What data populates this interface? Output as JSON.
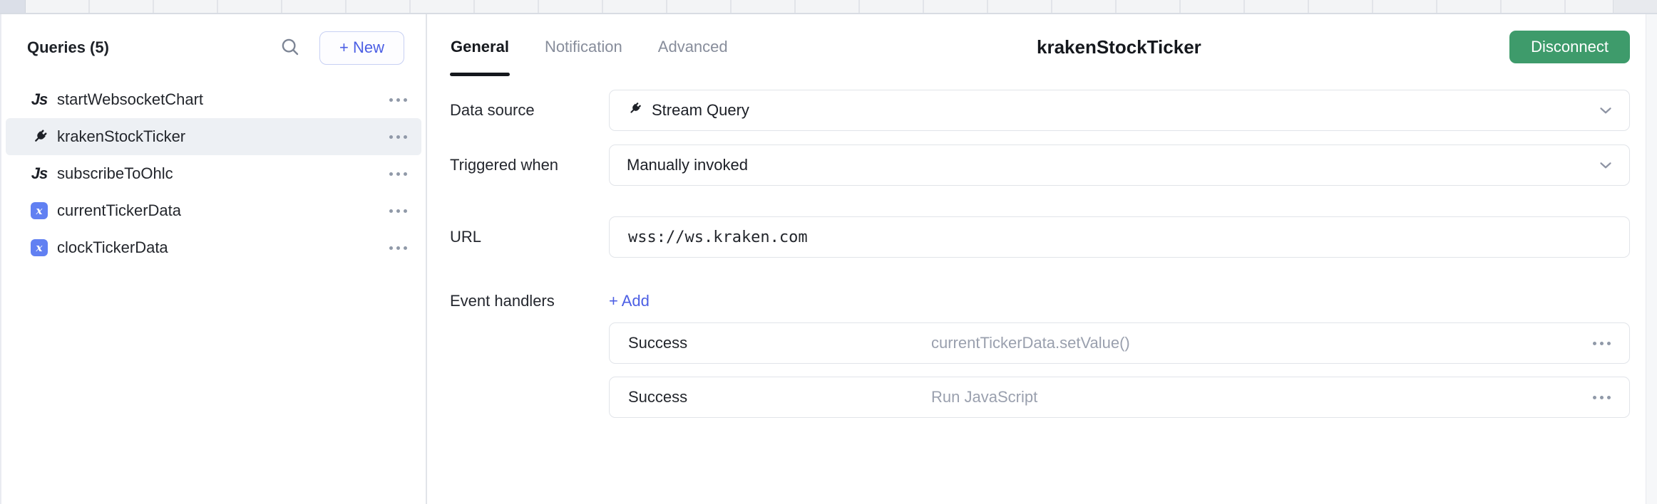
{
  "sidebar": {
    "title": "Queries (5)",
    "search_icon": "search-icon",
    "new_button_label": "+ New",
    "items": [
      {
        "icon": "js-icon",
        "label": "startWebsocketChart",
        "selected": false
      },
      {
        "icon": "stream-icon",
        "label": "krakenStockTicker",
        "selected": true
      },
      {
        "icon": "js-icon",
        "label": "subscribeToOhlc",
        "selected": false
      },
      {
        "icon": "variable-icon",
        "label": "currentTickerData",
        "selected": false
      },
      {
        "icon": "variable-icon",
        "label": "clockTickerData",
        "selected": false
      }
    ],
    "variable_icon_glyph": "x",
    "js_icon_glyph": "Js"
  },
  "editor": {
    "tabs": [
      {
        "label": "General",
        "active": true
      },
      {
        "label": "Notification",
        "active": false
      },
      {
        "label": "Advanced",
        "active": false
      }
    ],
    "title": "krakenStockTicker",
    "disconnect_button": "Disconnect",
    "fields": {
      "data_source": {
        "label": "Data source",
        "value": "Stream Query",
        "icon": "stream-icon"
      },
      "triggered_when": {
        "label": "Triggered when",
        "value": "Manually invoked"
      },
      "url": {
        "label": "URL",
        "value": "wss://ws.kraken.com"
      },
      "event_handlers": {
        "label": "Event handlers",
        "add_label": "+ Add",
        "handlers": [
          {
            "event": "Success",
            "action": "currentTickerData.setValue()"
          },
          {
            "event": "Success",
            "action": "Run JavaScript"
          }
        ]
      }
    }
  },
  "colors": {
    "accent_blue": "#4c5fe4",
    "variable_icon_blue": "#6180f2",
    "disconnect_green": "#3e9b6b",
    "selected_row": "#edf0f4"
  }
}
